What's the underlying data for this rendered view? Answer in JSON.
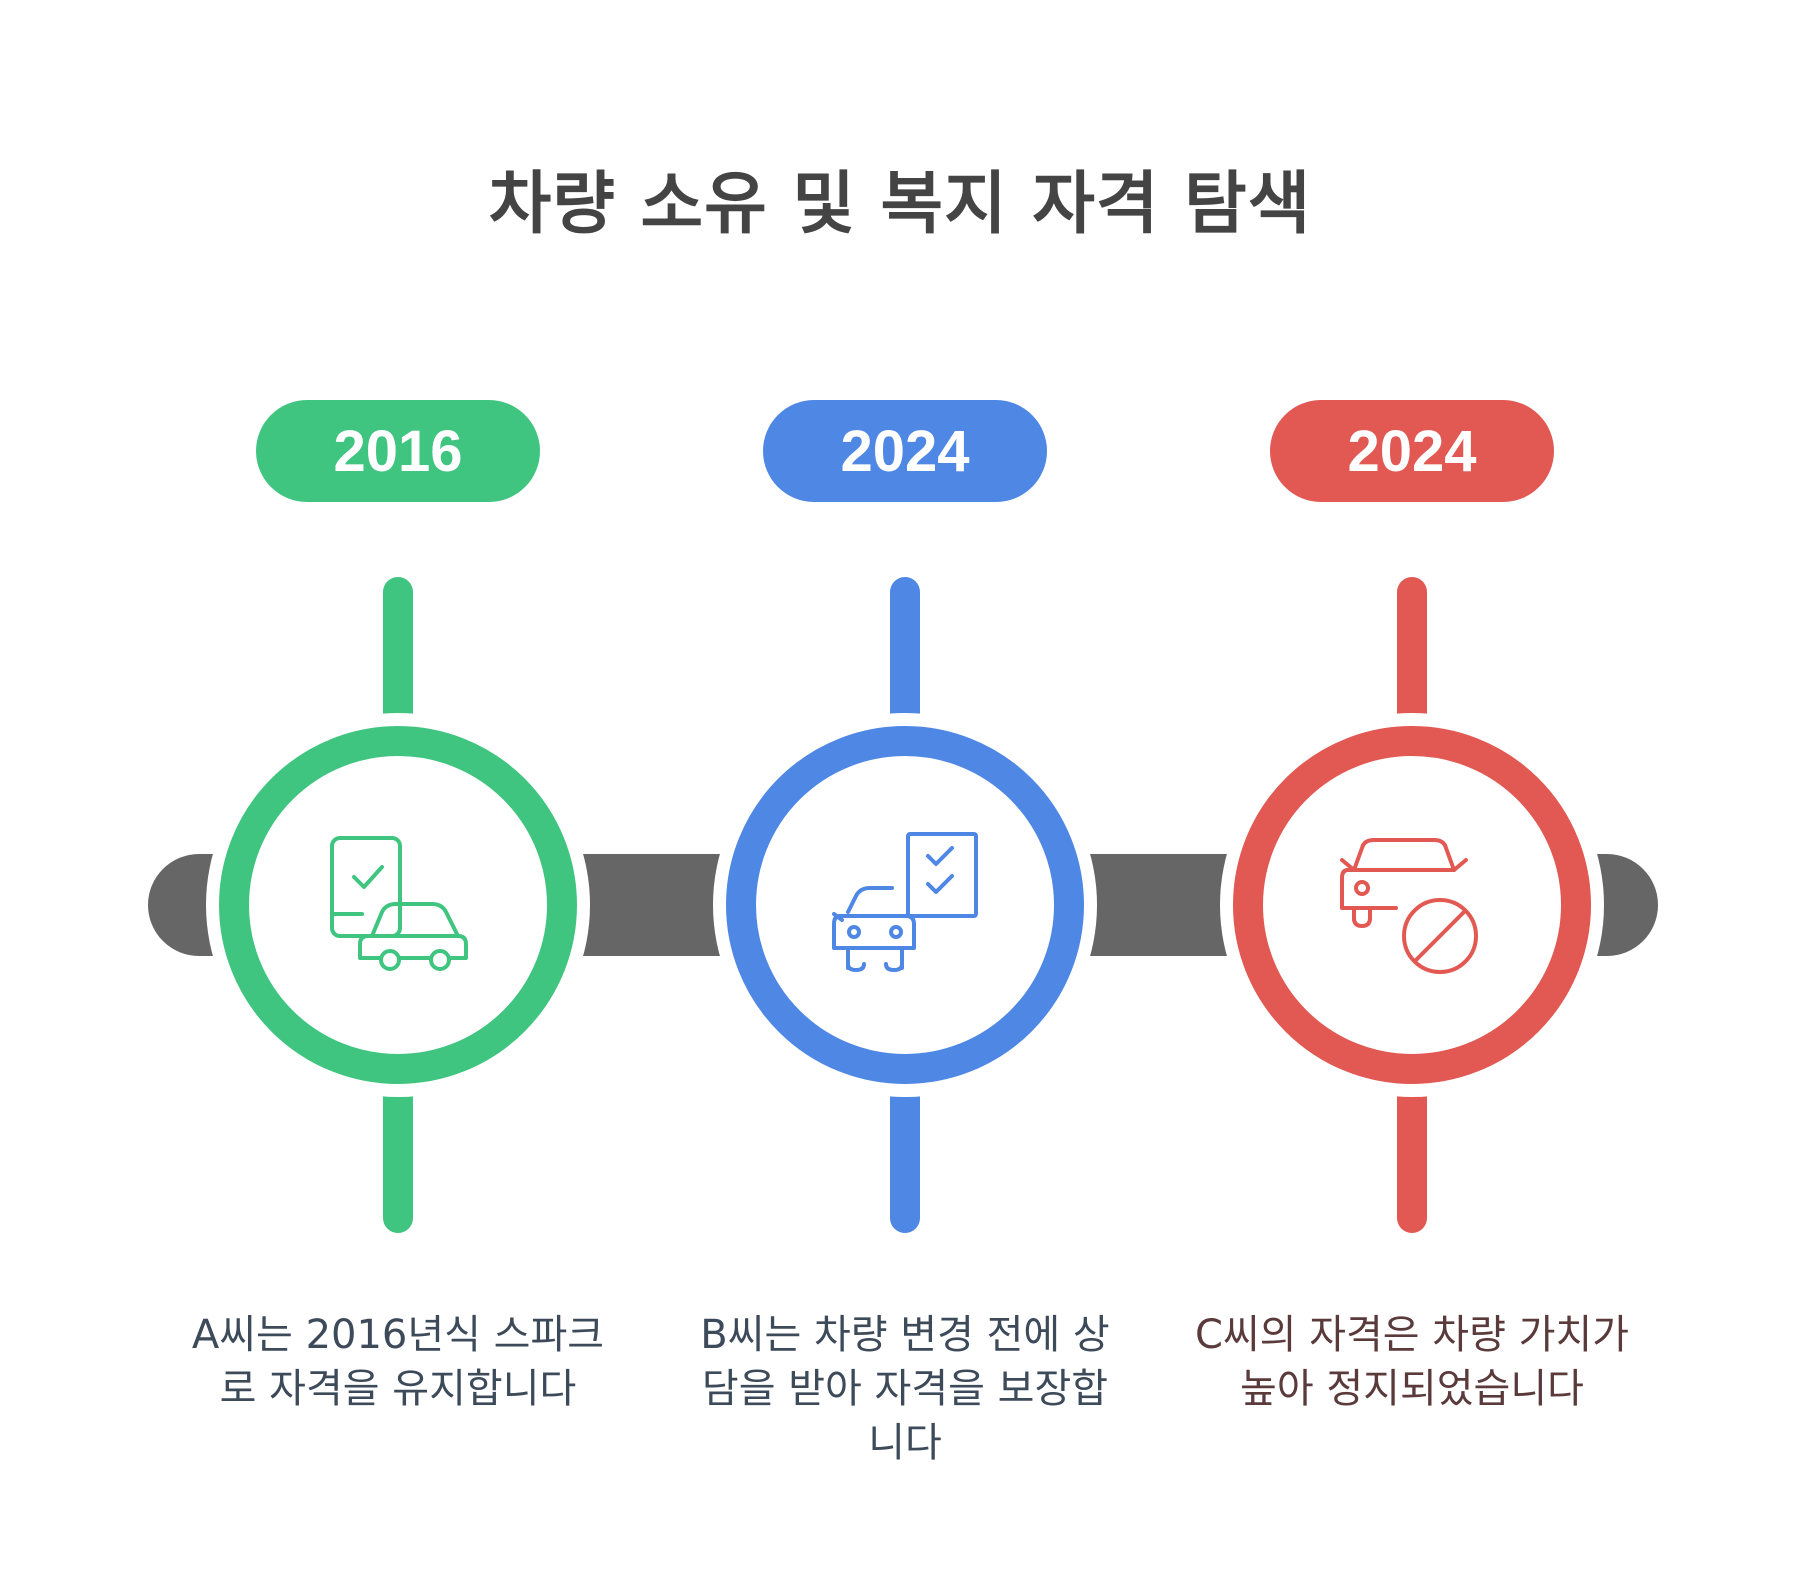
{
  "title": "차량 소유 및 복지 자격 탐색",
  "colors": {
    "green": "#40c581",
    "blue": "#4f87e5",
    "red": "#e25852",
    "track": "#666666"
  },
  "milestones": [
    {
      "year": "2016",
      "icon": "phone-check-car-icon",
      "description": "A씨는 2016년식 스파크로 자격을 유지합니다"
    },
    {
      "year": "2024",
      "icon": "car-checklist-icon",
      "description": "B씨는 차량 변경 전에 상담을 받아 자격을 보장합니다"
    },
    {
      "year": "2024",
      "icon": "car-prohibited-icon",
      "description": "C씨의 자격은 차량 가치가 높아 정지되었습니다"
    }
  ]
}
